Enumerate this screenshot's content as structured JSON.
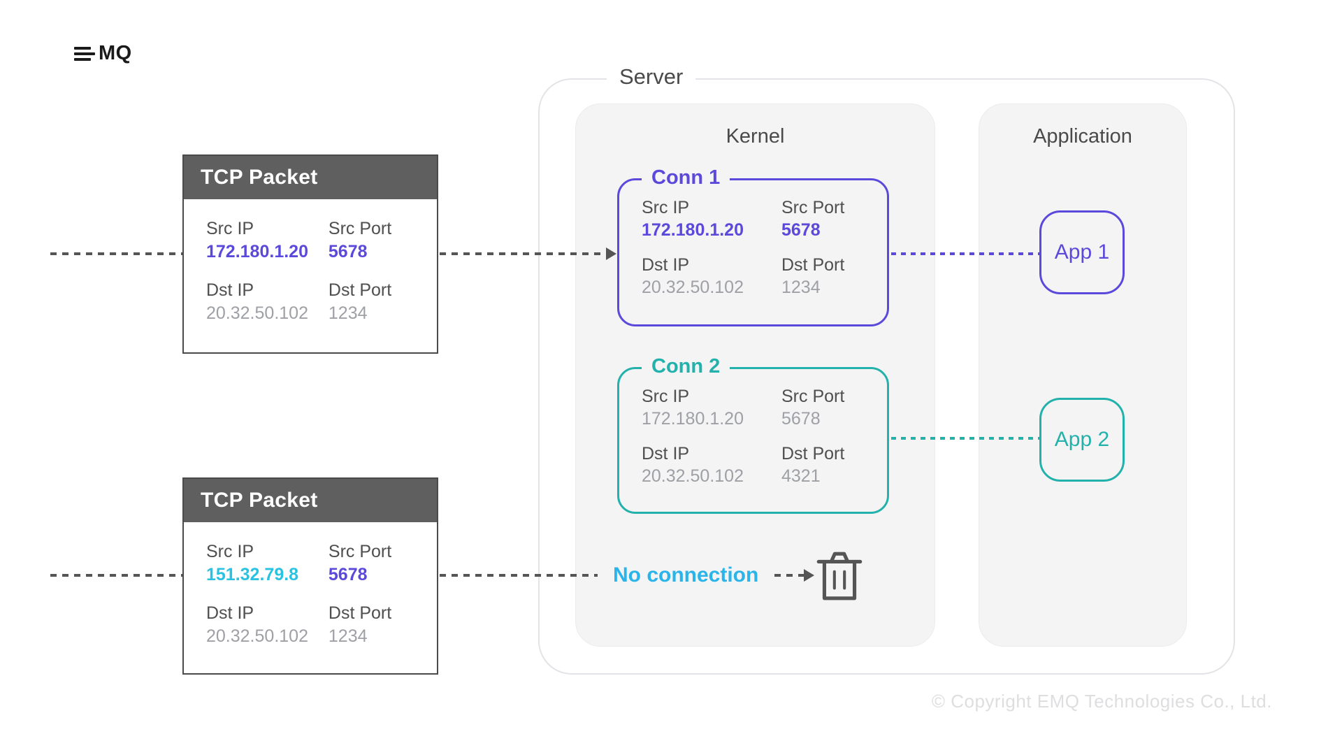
{
  "brand": {
    "logo_text": "MQ"
  },
  "colors": {
    "accent_purple": "#5b49dc",
    "accent_teal": "#23b1ab",
    "accent_cyan_ip": "#29c2e2",
    "accent_cyan_text": "#2ab4ea",
    "packet_header_gray": "#5f5f5f",
    "muted_value_gray": "#9ea0a5"
  },
  "packets": [
    {
      "title": "TCP Packet",
      "fields": [
        {
          "label": "Src IP",
          "value": "172.180.1.20"
        },
        {
          "label": "Src Port",
          "value": "5678"
        },
        {
          "label": "Dst IP",
          "value": "20.32.50.102"
        },
        {
          "label": "Dst Port",
          "value": "1234"
        }
      ]
    },
    {
      "title": "TCP Packet",
      "fields": [
        {
          "label": "Src IP",
          "value": "151.32.79.8"
        },
        {
          "label": "Src Port",
          "value": "5678"
        },
        {
          "label": "Dst IP",
          "value": "20.32.50.102"
        },
        {
          "label": "Dst Port",
          "value": "1234"
        }
      ]
    }
  ],
  "server": {
    "label": "Server",
    "kernel": {
      "title": "Kernel",
      "connections": [
        {
          "name": "Conn 1",
          "fields": [
            {
              "label": "Src IP",
              "value": "172.180.1.20"
            },
            {
              "label": "Src Port",
              "value": "5678"
            },
            {
              "label": "Dst IP",
              "value": "20.32.50.102"
            },
            {
              "label": "Dst Port",
              "value": "1234"
            }
          ]
        },
        {
          "name": "Conn 2",
          "fields": [
            {
              "label": "Src IP",
              "value": "172.180.1.20"
            },
            {
              "label": "Src Port",
              "value": "5678"
            },
            {
              "label": "Dst IP",
              "value": "20.32.50.102"
            },
            {
              "label": "Dst Port",
              "value": "4321"
            }
          ]
        }
      ],
      "no_connection_label": "No connection"
    },
    "application": {
      "title": "Application",
      "apps": [
        {
          "name": "App 1"
        },
        {
          "name": "App 2"
        }
      ]
    }
  },
  "footer": {
    "copyright": "© Copyright EMQ Technologies Co., Ltd."
  }
}
